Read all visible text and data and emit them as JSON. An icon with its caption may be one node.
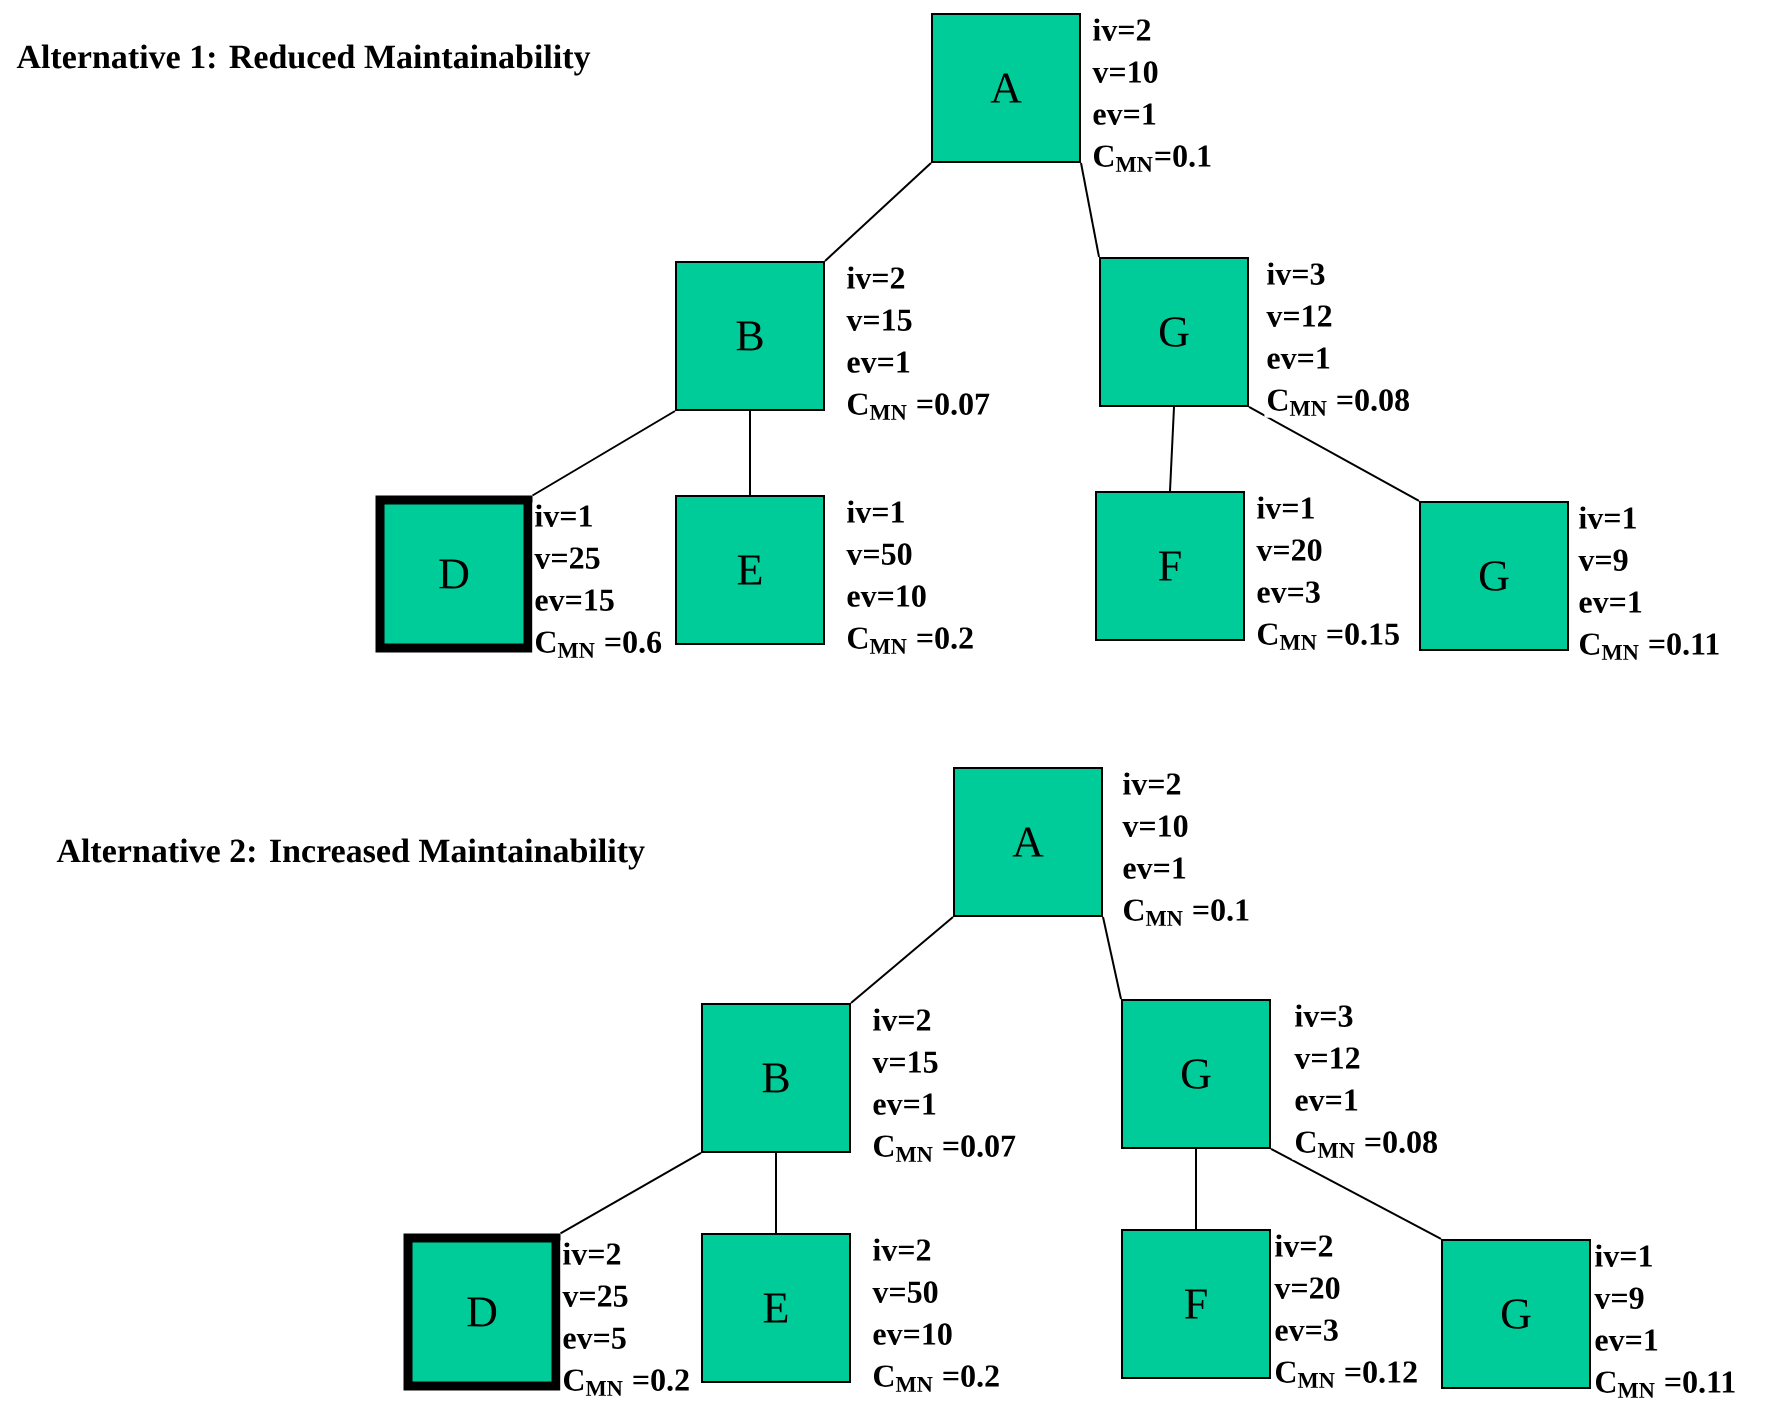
{
  "diagram": {
    "nodes": [
      {
        "text": [
          "A"
        ],
        "beside": [
          "iv=2",
          "v=10",
          "ev=1",
          "C$_{MN}$=0.1"
        ]
      },
      {
        "text": [
          "B"
        ],
        "beside": [
          "iv=2",
          "v=15",
          "ev=1",
          "C$_{MN}$ =0.07"
        ]
      },
      {
        "text": [
          "G"
        ],
        "beside": [
          "iv=3",
          "v=12",
          "ev=1",
          "C$_{MN}$ =0.08"
        ]
      },
      {
        "text": [
          "D"
        ],
        "beside": [
          "iv=1",
          "v=25",
          "ev=15",
          "C$_{MN}$ =0.6"
        ]
      },
      {
        "text": [
          "E"
        ],
        "beside": [
          "iv=1",
          "v=50",
          "ev=10",
          "C$_{MN}$ =0.2"
        ]
      },
      {
        "text": [
          "F"
        ],
        "beside": [
          "iv=1",
          "v=20",
          "ev=3",
          "C$_{MN}$ =0.15"
        ]
      },
      {
        "text": [
          "G"
        ],
        "beside": [
          "iv=1",
          "v=9",
          "ev=1",
          "C$_{MN}$ =0.11"
        ]
      },
      {
        "text": [
          "A"
        ],
        "beside": [
          "iv=2",
          "v=10",
          "ev=1",
          "C$_{MN}$ =0.1"
        ]
      },
      {
        "text": [
          "B"
        ],
        "beside": [
          "iv=2",
          "v=15",
          "ev=1",
          "C$_{MN}$ =0.07"
        ]
      },
      {
        "text": [
          "G"
        ],
        "beside": [
          "iv=3",
          "v=12",
          "ev=1",
          "C$_{MN}$ =0.08"
        ]
      },
      {
        "text": [
          "D"
        ],
        "beside": [
          "iv=2",
          "v=25",
          "ev=5",
          "C$_{MN}$ =0.2"
        ]
      },
      {
        "text": [
          "E"
        ],
        "beside": [
          "iv=2",
          "v=50",
          "ev=10",
          "C$_{MN}$ =0.2"
        ]
      },
      {
        "text": [
          "F"
        ],
        "beside": [
          "iv=2",
          "v=20",
          "ev=3",
          "C$_{MN}$ =0.12"
        ]
      },
      {
        "text": [
          "G"
        ],
        "beside": [
          "iv=1",
          "v=9",
          "ev=1",
          "C$_{MN}$ =0.11"
        ]
      }
    ],
    "edges": [
      {
        "from": 0,
        "to": 1,
        "arrow": "none"
      },
      {
        "from": 0,
        "to": 2,
        "arrow": "none"
      },
      {
        "from": 1,
        "to": 3,
        "arrow": "none"
      },
      {
        "from": 1,
        "to": 4,
        "arrow": "none"
      },
      {
        "from": 2,
        "to": 5,
        "arrow": "none"
      },
      {
        "from": 2,
        "to": 6,
        "arrow": "none"
      },
      {
        "from": 7,
        "to": 8,
        "arrow": "none"
      },
      {
        "from": 7,
        "to": 9,
        "arrow": "none"
      },
      {
        "from": 8,
        "to": 10,
        "arrow": "none"
      },
      {
        "from": 8,
        "to": 11,
        "arrow": "none"
      },
      {
        "from": 9,
        "to": 12,
        "arrow": "none"
      },
      {
        "from": 9,
        "to": 13,
        "arrow": "none"
      }
    ],
    "labels": [
      "Alternative 1: Reduced Maintainability",
      "Alternative 2: Increased Maintainability"
    ]
  }
}
